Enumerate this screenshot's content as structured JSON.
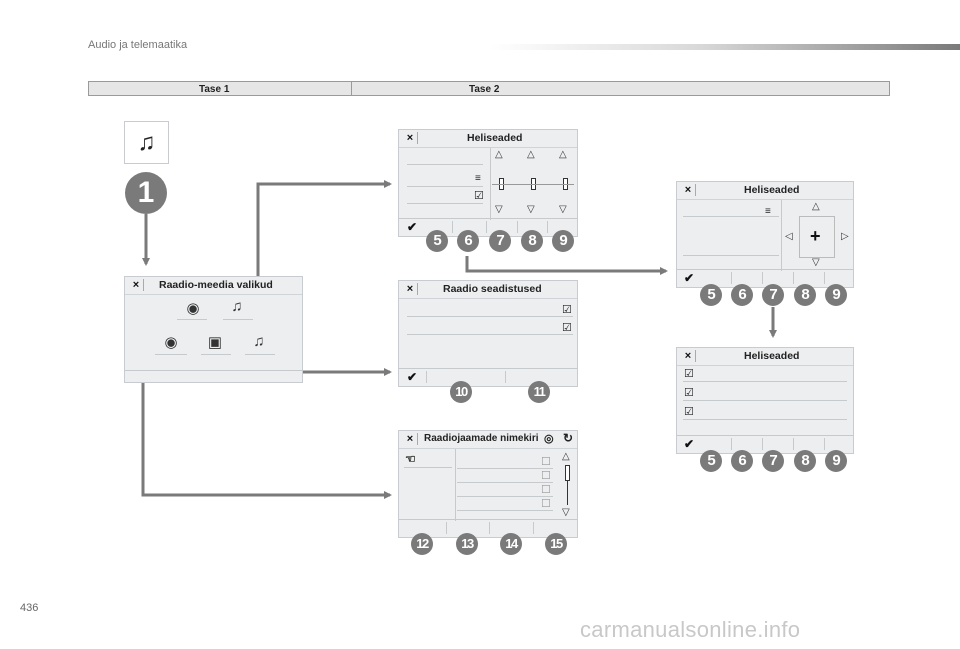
{
  "header": {
    "title": "Audio ja telemaatika"
  },
  "levels": {
    "level1": "Tase 1",
    "level2": "Tase 2"
  },
  "main_button": {
    "number": "1",
    "icon": "music-note-icon"
  },
  "radio_media_panel": {
    "title": "Raadio-meedia valikud",
    "close": "×"
  },
  "sound_settings_panel": {
    "title": "Heliseaded",
    "close": "×",
    "badges": [
      "5",
      "6",
      "7",
      "8",
      "9"
    ]
  },
  "radio_settings_panel": {
    "title": "Raadio seadistused",
    "close": "×",
    "badges": [
      "10",
      "11"
    ]
  },
  "station_list_panel": {
    "title": "Raadiojaamade nimekiri",
    "close": "×",
    "badges": [
      "12",
      "13",
      "14",
      "15"
    ]
  },
  "balance_panel": {
    "title": "Heliseaded",
    "close": "×",
    "badges": [
      "5",
      "6",
      "7",
      "8",
      "9"
    ]
  },
  "ambience_panel": {
    "title": "Heliseaded",
    "close": "×",
    "badges": [
      "5",
      "6",
      "7",
      "8",
      "9"
    ]
  },
  "footer": {
    "page_number": "436",
    "watermark": "carmanualsonline.info"
  },
  "colors": {
    "arrow": "#7a7a7a",
    "panel": "#eceef0",
    "badge": "#7a7a7a"
  }
}
